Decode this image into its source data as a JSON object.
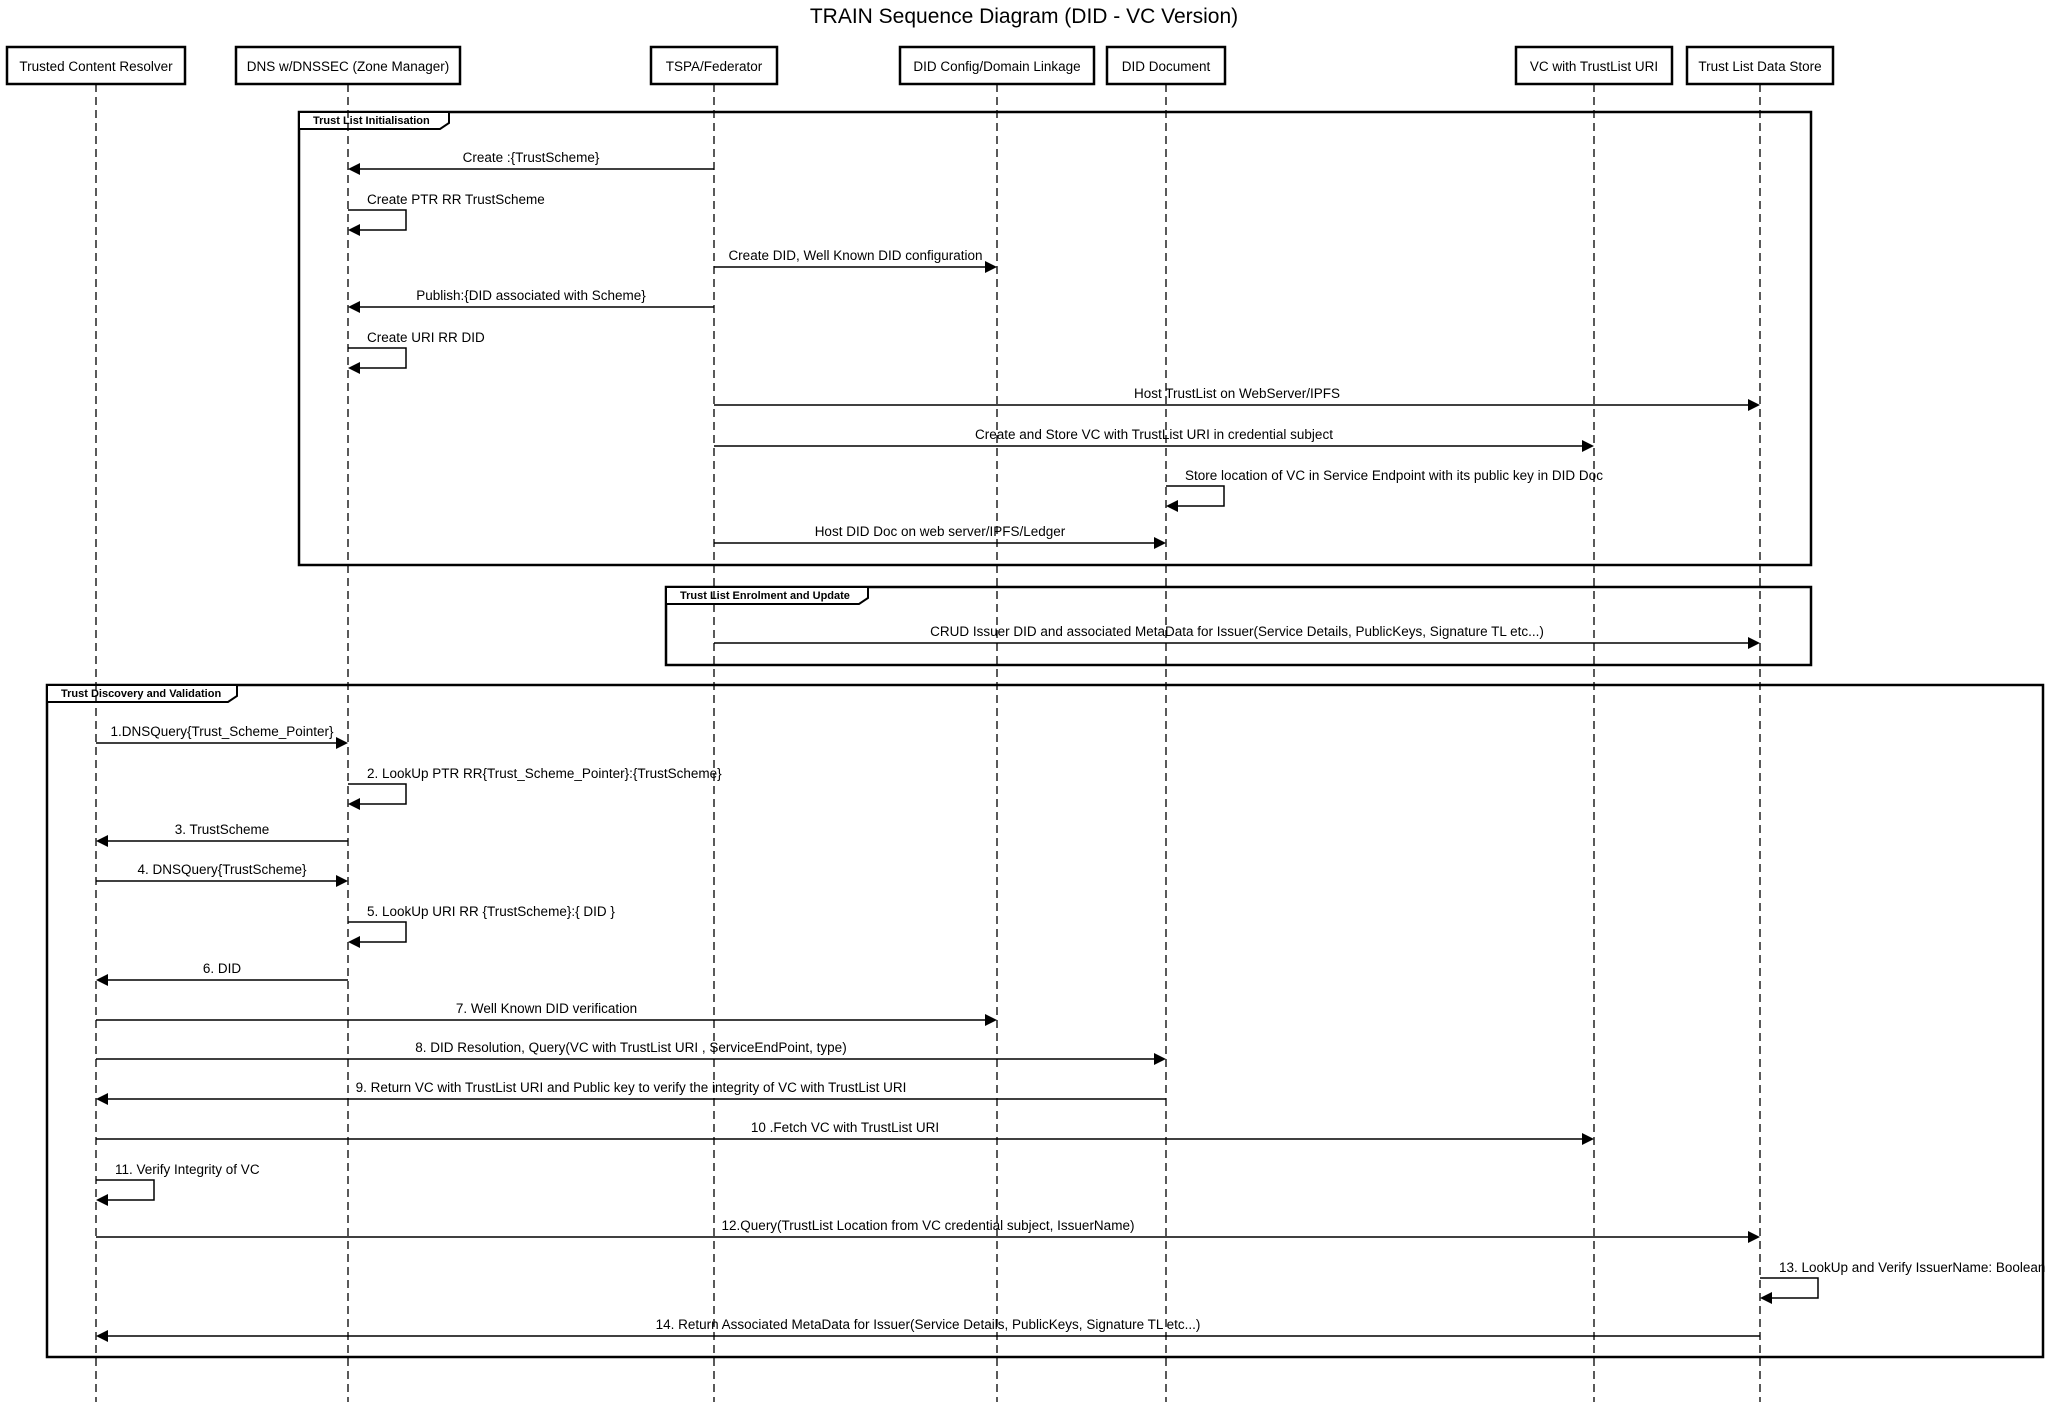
{
  "diagram": {
    "title": "TRAIN Sequence Diagram (DID - VC Version)",
    "participants": [
      {
        "id": "tcr",
        "label": "Trusted Content Resolver"
      },
      {
        "id": "dns",
        "label": "DNS w/DNSSEC (Zone Manager)"
      },
      {
        "id": "tspa",
        "label": "TSPA/Federator"
      },
      {
        "id": "didcfg",
        "label": "DID Config/Domain Linkage"
      },
      {
        "id": "diddoc",
        "label": "DID Document"
      },
      {
        "id": "vc",
        "label": "VC with TrustList URI"
      },
      {
        "id": "tlds",
        "label": "Trust List Data Store"
      }
    ],
    "frames": [
      {
        "label": "Trust List Initialisation"
      },
      {
        "label": "Trust List Enrolment and Update"
      },
      {
        "label": "Trust Discovery and Validation"
      }
    ],
    "messages": [
      {
        "from": "tspa",
        "to": "dns",
        "label": "Create :{TrustScheme}"
      },
      {
        "from": "dns",
        "to": "dns",
        "label": "Create PTR RR TrustScheme"
      },
      {
        "from": "tspa",
        "to": "didcfg",
        "label": "Create DID, Well Known DID configuration"
      },
      {
        "from": "tspa",
        "to": "dns",
        "label": "Publish:{DID associated with Scheme}"
      },
      {
        "from": "dns",
        "to": "dns",
        "label": "Create URI RR DID"
      },
      {
        "from": "tspa",
        "to": "tlds",
        "label": "Host TrustList on WebServer/IPFS"
      },
      {
        "from": "tspa",
        "to": "vc",
        "label": "Create and Store VC with TrustList URI in credential subject"
      },
      {
        "from": "diddoc",
        "to": "diddoc",
        "label": "Store location of VC in Service Endpoint with its public key in DID Doc"
      },
      {
        "from": "tspa",
        "to": "diddoc",
        "label": "Host DID Doc on web server/IPFS/Ledger"
      },
      {
        "from": "tspa",
        "to": "tlds",
        "label": "CRUD Issuer DID and associated MetaData for Issuer(Service Details, PublicKeys, Signature TL etc...)"
      },
      {
        "from": "tcr",
        "to": "dns",
        "label": "1.DNSQuery{Trust_Scheme_Pointer}"
      },
      {
        "from": "dns",
        "to": "dns",
        "label": "2. LookUp PTR RR{Trust_Scheme_Pointer}:{TrustScheme}"
      },
      {
        "from": "dns",
        "to": "tcr",
        "label": "3. TrustScheme"
      },
      {
        "from": "tcr",
        "to": "dns",
        "label": "4. DNSQuery{TrustScheme}"
      },
      {
        "from": "dns",
        "to": "dns",
        "label": "5. LookUp URI RR {TrustScheme}:{ DID }"
      },
      {
        "from": "dns",
        "to": "tcr",
        "label": "6. DID"
      },
      {
        "from": "tcr",
        "to": "didcfg",
        "label": "7. Well Known DID verification"
      },
      {
        "from": "tcr",
        "to": "diddoc",
        "label": "8. DID Resolution, Query(VC with TrustList URI , ServiceEndPoint, type)"
      },
      {
        "from": "diddoc",
        "to": "tcr",
        "label": "9. Return VC with TrustList URI  and Public key to verify the integrity of VC with TrustList URI"
      },
      {
        "from": "tcr",
        "to": "vc",
        "label": "10 .Fetch VC with TrustList URI"
      },
      {
        "from": "tcr",
        "to": "tcr",
        "label": "11. Verify Integrity of VC"
      },
      {
        "from": "tcr",
        "to": "tlds",
        "label": "12.Query(TrustList Location from VC credential subject, IssuerName)"
      },
      {
        "from": "tlds",
        "to": "tlds",
        "label": "13. LookUp and Verify IssuerName: Boolean"
      },
      {
        "from": "tlds",
        "to": "tcr",
        "label": "14. Return Associated MetaData for Issuer(Service Details, PublicKeys, Signature TL etc...)"
      }
    ]
  }
}
